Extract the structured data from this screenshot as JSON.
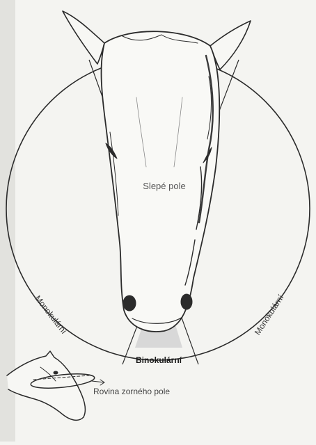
{
  "labels": {
    "blind_zone": "Slepé pole",
    "binocular": "Binokulární",
    "monocular_left": "Monokulární",
    "monocular_right": "Monokulární",
    "visual_plane": "Rovina zorného pole"
  },
  "colors": {
    "paper": "#f4f4f1",
    "ink": "#2b2b2b",
    "label_ink": "#555555",
    "binocular_shade": "#c9c9c9"
  },
  "illustration": {
    "main": "horse-head-front-view",
    "inset": "horse-head-side-view"
  }
}
